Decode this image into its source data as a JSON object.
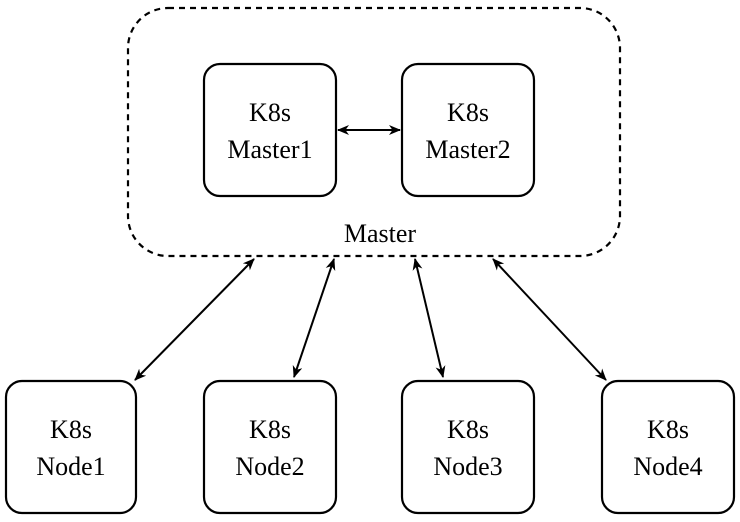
{
  "group": {
    "label": "Master"
  },
  "masters": [
    {
      "line1": "K8s",
      "line2": "Master1"
    },
    {
      "line1": "K8s",
      "line2": "Master2"
    }
  ],
  "nodes": [
    {
      "line1": "K8s",
      "line2": "Node1"
    },
    {
      "line1": "K8s",
      "line2": "Node2"
    },
    {
      "line1": "K8s",
      "line2": "Node3"
    },
    {
      "line1": "K8s",
      "line2": "Node4"
    }
  ],
  "connections": [
    {
      "from": "K8s Master1",
      "to": "K8s Master2",
      "bidirectional": true
    },
    {
      "from": "Master",
      "to": "K8s Node1",
      "bidirectional": true
    },
    {
      "from": "Master",
      "to": "K8s Node2",
      "bidirectional": true
    },
    {
      "from": "Master",
      "to": "K8s Node3",
      "bidirectional": true
    },
    {
      "from": "Master",
      "to": "K8s Node4",
      "bidirectional": true
    }
  ]
}
